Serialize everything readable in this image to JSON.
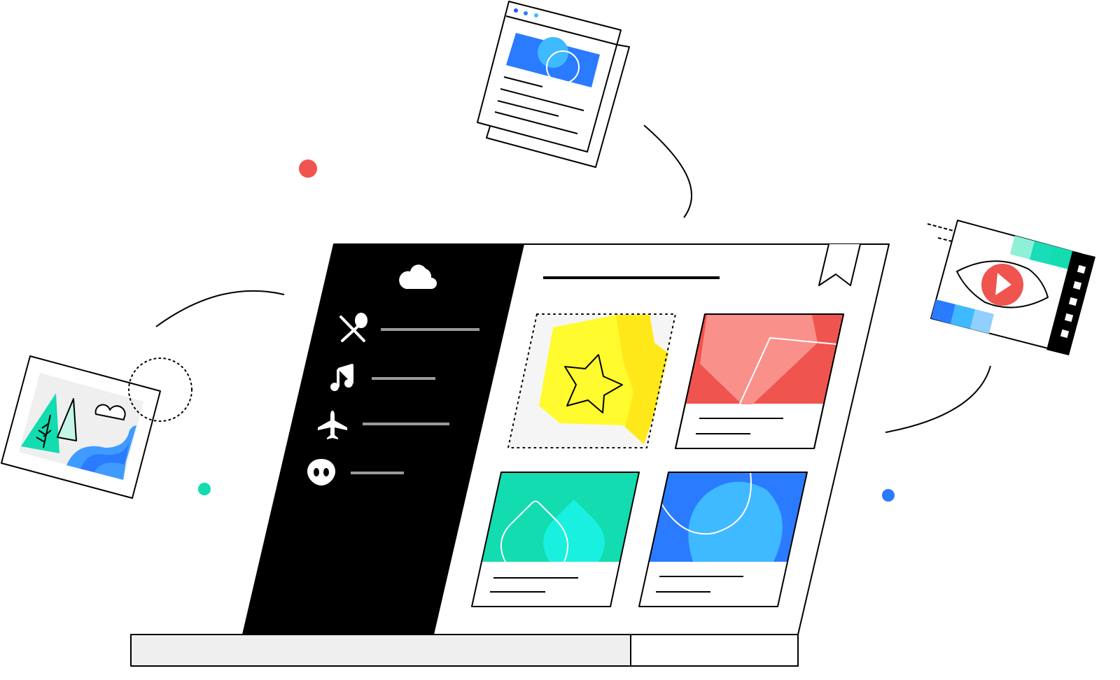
{
  "illustration": {
    "colors": {
      "black": "#000000",
      "red": "#f0544f",
      "light_red": "#f9918a",
      "yellow": "#fffb2e",
      "yellow_dark": "#ffe81a",
      "green": "#12dcb0",
      "cyan": "#19f0e0",
      "mint": "#8ff0d8",
      "blue": "#2a7bff",
      "light_blue": "#3fb9ff",
      "pale_blue": "#8fd0ff",
      "grey": "#efefef",
      "line_grey": "#9a9a9a"
    },
    "sidebar_icons": [
      "cloud-icon",
      "fork-spoon-icon",
      "music-note-icon",
      "airplane-icon",
      "alien-icon"
    ],
    "floating_items": [
      "browser-window",
      "video-player",
      "photo-card"
    ],
    "cards": [
      "star-card",
      "red-card",
      "green-card",
      "blue-card"
    ],
    "decorative_dots": [
      "red-dot",
      "green-dot",
      "blue-dot"
    ]
  }
}
